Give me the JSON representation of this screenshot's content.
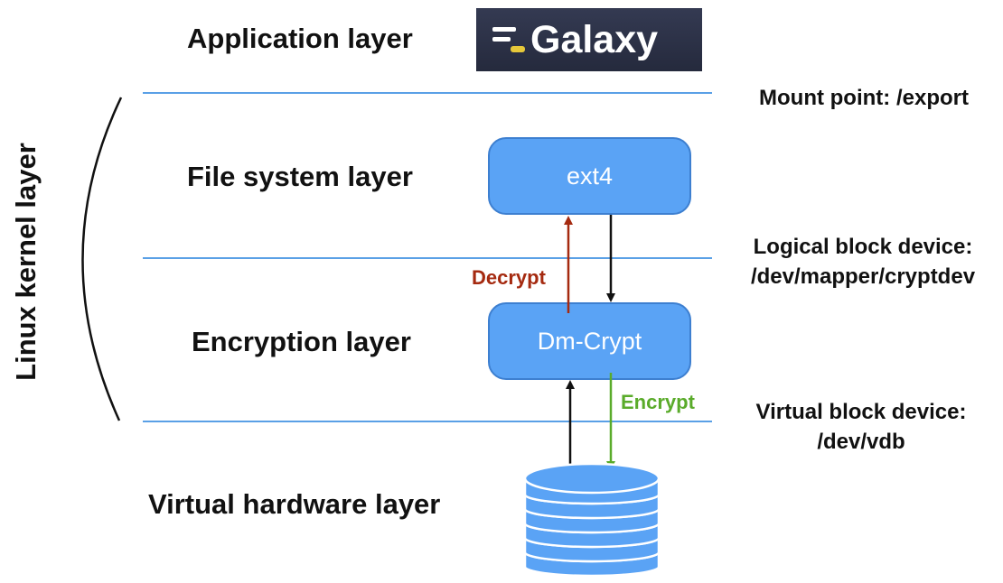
{
  "layers": {
    "application": "Application layer",
    "file_system": "File system layer",
    "encryption": "Encryption layer",
    "hardware": "Virtual hardware layer"
  },
  "kernel_label": "Linux kernel layer",
  "logo": {
    "text": "Galaxy",
    "name": "galaxy-logo"
  },
  "boxes": {
    "ext4": "ext4",
    "dmcrypt": "Dm-Crypt"
  },
  "side_labels": {
    "mount_point": "Mount point: /export",
    "logical_line1": "Logical block device:",
    "logical_line2": "/dev/mapper/cryptdev",
    "virtual_line1": "Virtual block device:",
    "virtual_line2": "/dev/vdb"
  },
  "arrows": {
    "decrypt": "Decrypt",
    "encrypt": "Encrypt"
  },
  "colors": {
    "box_fill": "#5aa3f5",
    "box_border": "#3d7fd0",
    "separator": "#5aa0e6",
    "decrypt": "#a52a10",
    "encrypt": "#5aab2a",
    "disk": "#5aa3f5"
  }
}
